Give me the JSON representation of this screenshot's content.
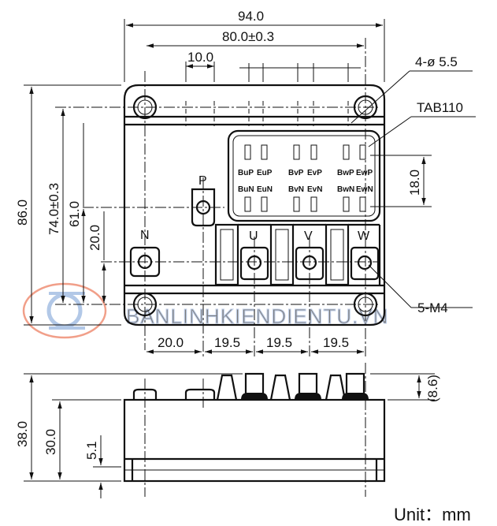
{
  "dimensions": {
    "overall_width": "94.0",
    "hole_pitch": "80.0±0.3",
    "pin_pitch": "10.0",
    "hole_spec": "4-ø 5.5",
    "tab_spec": "TAB110",
    "overall_height": "86.0",
    "hole_vertical_pitch": "74.0±0.3",
    "p_height": "61.0",
    "n_height": "20.0",
    "tab_rows": "18.0",
    "screw_spec": "5-M4",
    "n_to_u": "20.0",
    "u_to_v": "19.5",
    "v_to_w": "19.5",
    "w_to_hole": "19.5",
    "side_height": "38.0",
    "body_height": "30.0",
    "base_thickness": "5.1",
    "tab_height": "(8.6)"
  },
  "terminals": {
    "p": "P",
    "n": "N",
    "u": "U",
    "v": "V",
    "w": "W"
  },
  "pins": {
    "bup": "BuP",
    "eup": "EuP",
    "bvp": "BvP",
    "evp": "EvP",
    "bwp": "BwP",
    "ewp": "EwP",
    "bun": "BuN",
    "eun": "EuN",
    "bvn": "BvN",
    "evn": "EvN",
    "bwn": "BwN",
    "ewn": "EwN"
  },
  "unit_label": "Unit：mm",
  "watermark": "BANLINHKIENDIENTU.VN",
  "colors": {
    "ink": "#111111",
    "watermark": "#8aa6d6",
    "watermark_accent": "#e8603c"
  }
}
